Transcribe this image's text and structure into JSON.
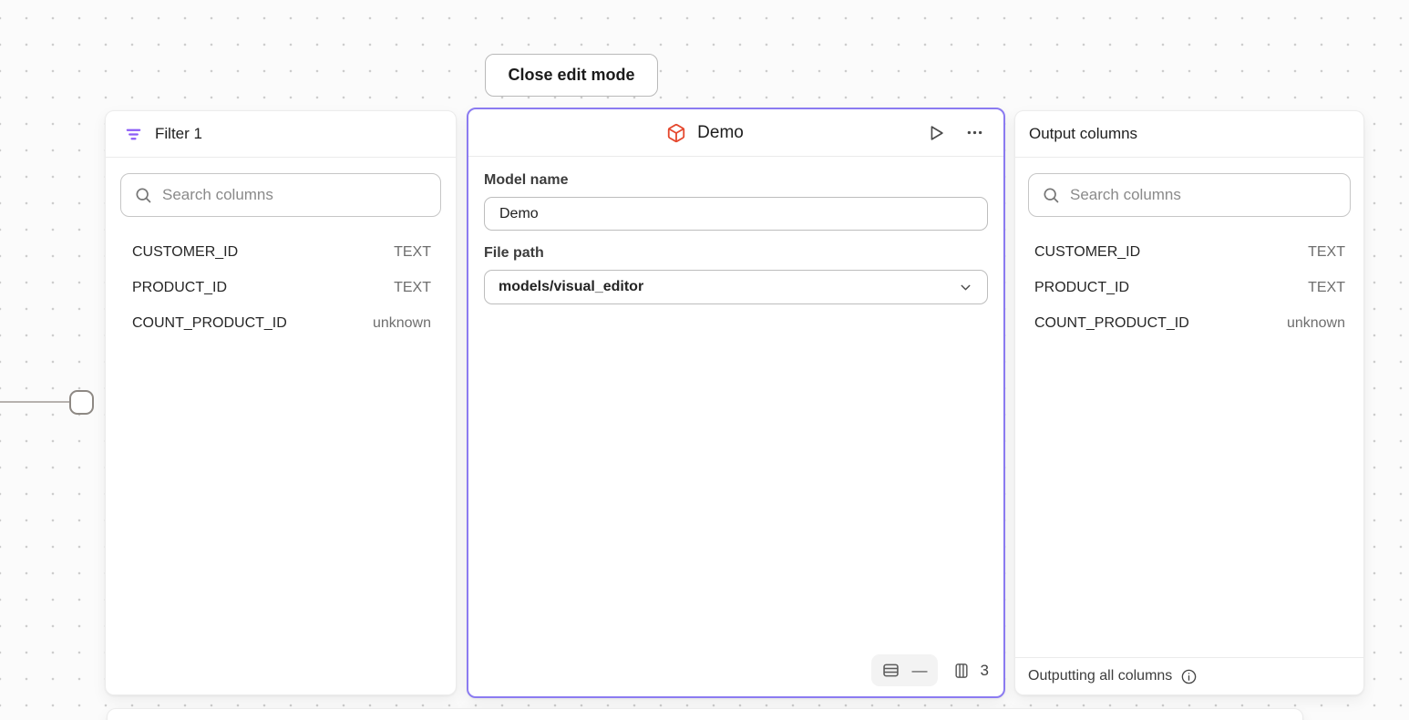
{
  "toolbar": {
    "close_edit_mode_label": "Close edit mode"
  },
  "filter_panel": {
    "title": "Filter 1",
    "search_placeholder": "Search columns",
    "columns": [
      {
        "name": "CUSTOMER_ID",
        "type": "TEXT"
      },
      {
        "name": "PRODUCT_ID",
        "type": "TEXT"
      },
      {
        "name": "COUNT_PRODUCT_ID",
        "type": "unknown"
      }
    ]
  },
  "model_panel": {
    "title": "Demo",
    "model_name_label": "Model name",
    "model_name_value": "Demo",
    "file_path_label": "File path",
    "file_path_value": "models/visual_editor",
    "row_count": "—",
    "column_count": "3"
  },
  "output_panel": {
    "title": "Output columns",
    "search_placeholder": "Search columns",
    "columns": [
      {
        "name": "CUSTOMER_ID",
        "type": "TEXT"
      },
      {
        "name": "PRODUCT_ID",
        "type": "TEXT"
      },
      {
        "name": "COUNT_PRODUCT_ID",
        "type": "unknown"
      }
    ],
    "footer_text": "Outputting all columns"
  },
  "icons": {
    "filter": "filter-lines",
    "model": "cube-outline",
    "run": "play-triangle",
    "more": "ellipsis",
    "search": "magnifier",
    "dropdown": "chevron-down",
    "rows": "table-rows",
    "columns": "table-columns",
    "info": "info-circle"
  },
  "colors": {
    "selected_border_purple": "#8b7bf1",
    "filter_icon_purple": "#8b5cf6",
    "model_icon_orange": "#e5492f",
    "canvas_background": "#fbfbfb"
  }
}
